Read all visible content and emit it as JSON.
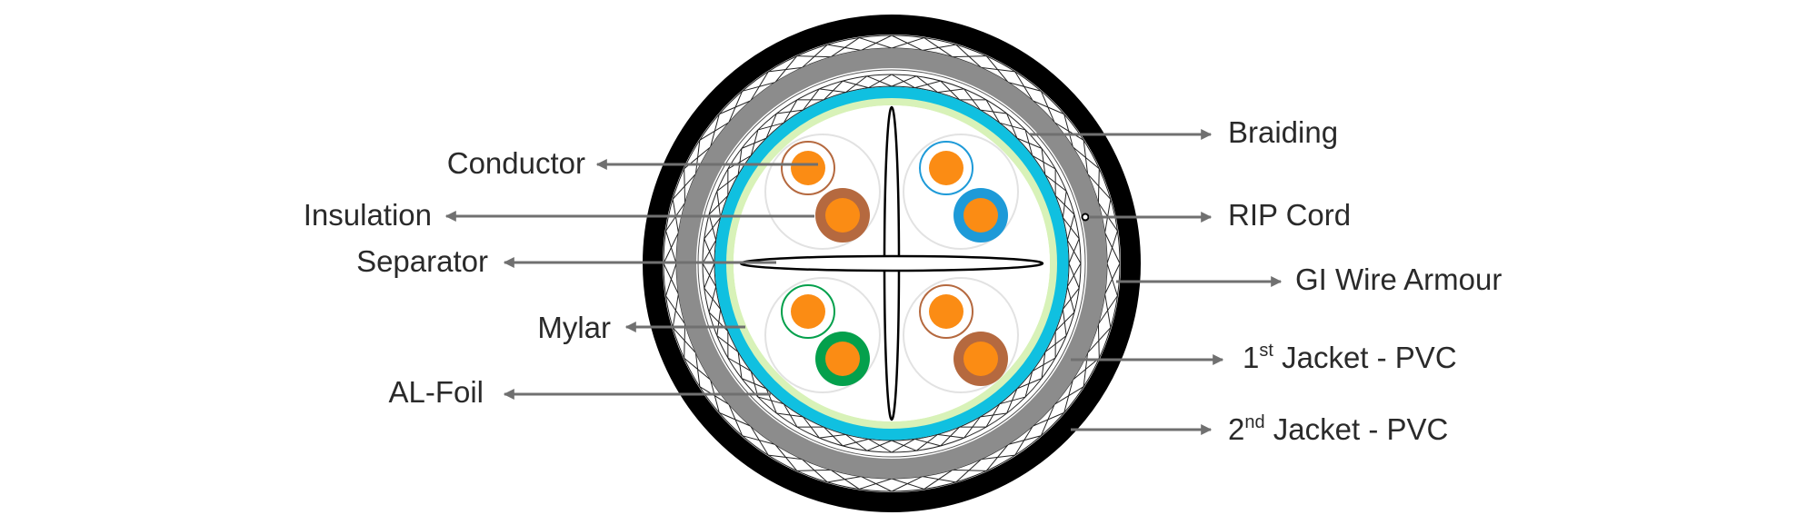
{
  "title": "Shielded armoured LAN cable cross-section",
  "left_labels": [
    {
      "id": "conductor",
      "text": "Conductor"
    },
    {
      "id": "insulation",
      "text": "Insulation"
    },
    {
      "id": "separator",
      "text": "Separator"
    },
    {
      "id": "mylar",
      "text": "Mylar"
    },
    {
      "id": "al-foil",
      "text": "AL-Foil"
    }
  ],
  "right_labels": [
    {
      "id": "braiding",
      "text": "Braiding"
    },
    {
      "id": "rip-cord",
      "text": "RIP Cord"
    },
    {
      "id": "gi-wire-armour",
      "text": "GI Wire Armour"
    },
    {
      "id": "jacket-1",
      "num": "1",
      "sup": "st",
      "text": " Jacket - PVC"
    },
    {
      "id": "jacket-2",
      "num": "2",
      "sup": "nd",
      "text": " Jacket - PVC"
    }
  ],
  "colors": {
    "outer_jacket": "#000000",
    "inner_jacket": "#8c8c8c",
    "foil": "#10c0e0",
    "mylar": "#d8f2b8",
    "conductor": "#fb8c14",
    "pairs": [
      "#b5693f",
      "#1e9ad8",
      "#04a04c",
      "#b5693f"
    ],
    "leader": "#707070"
  }
}
